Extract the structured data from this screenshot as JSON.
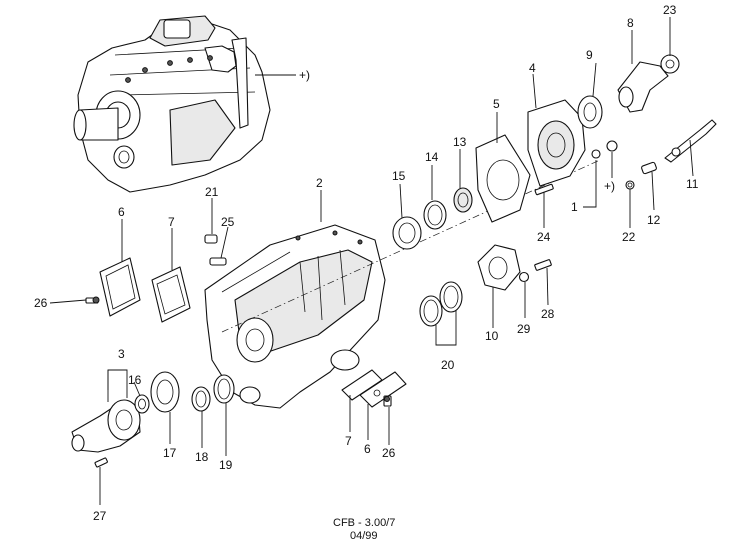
{
  "callouts": [
    {
      "id": "c1",
      "label": "1"
    },
    {
      "id": "c2",
      "label": "2"
    },
    {
      "id": "c3",
      "label": "3"
    },
    {
      "id": "c4",
      "label": "4"
    },
    {
      "id": "c5",
      "label": "5"
    },
    {
      "id": "c6a",
      "label": "6"
    },
    {
      "id": "c6b",
      "label": "6"
    },
    {
      "id": "c7a",
      "label": "7"
    },
    {
      "id": "c7b",
      "label": "7"
    },
    {
      "id": "c8",
      "label": "8"
    },
    {
      "id": "c9",
      "label": "9"
    },
    {
      "id": "c10",
      "label": "10"
    },
    {
      "id": "c11",
      "label": "11"
    },
    {
      "id": "c12",
      "label": "12"
    },
    {
      "id": "c13",
      "label": "13"
    },
    {
      "id": "c14",
      "label": "14"
    },
    {
      "id": "c15",
      "label": "15"
    },
    {
      "id": "c16",
      "label": "16"
    },
    {
      "id": "c17",
      "label": "17"
    },
    {
      "id": "c18",
      "label": "18"
    },
    {
      "id": "c19",
      "label": "19"
    },
    {
      "id": "c20",
      "label": "20"
    },
    {
      "id": "c21",
      "label": "21"
    },
    {
      "id": "c22",
      "label": "22"
    },
    {
      "id": "c23",
      "label": "23"
    },
    {
      "id": "c24",
      "label": "24"
    },
    {
      "id": "c25",
      "label": "25"
    },
    {
      "id": "c26a",
      "label": "26"
    },
    {
      "id": "c26b",
      "label": "26"
    },
    {
      "id": "c27",
      "label": "27"
    },
    {
      "id": "c28",
      "label": "28"
    },
    {
      "id": "c29",
      "label": "29"
    }
  ],
  "reference_marks": {
    "top": "+)",
    "right": "+)"
  },
  "footer": {
    "code": "CFB - 3.00/7",
    "date": "04/99"
  }
}
